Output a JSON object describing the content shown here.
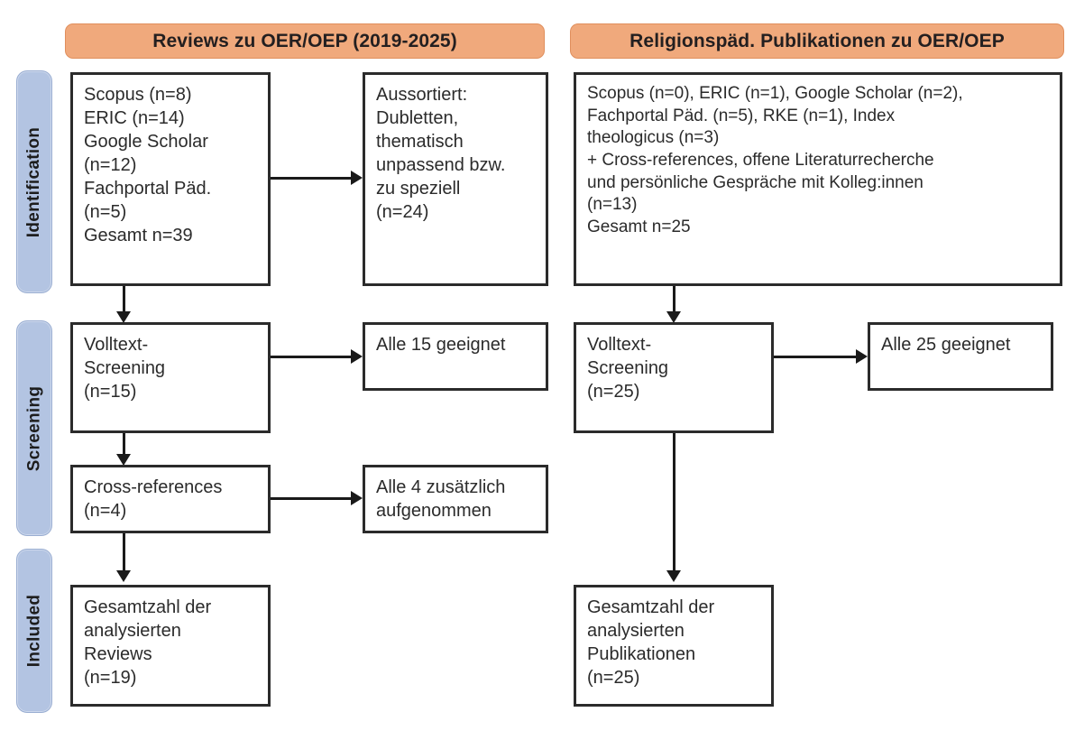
{
  "diagram": {
    "type": "prisma-flow-diagram",
    "stages": [
      {
        "id": "identification",
        "label": "Identification"
      },
      {
        "id": "screening",
        "label": "Screening"
      },
      {
        "id": "included",
        "label": "Included"
      }
    ],
    "columns": [
      {
        "id": "reviews",
        "header": "Reviews zu OER/OEP (2019-2025)"
      },
      {
        "id": "publikationen",
        "header": "Religionspäd. Publikationen zu OER/OEP"
      }
    ],
    "boxes": {
      "left_identification_sources": "Scopus (n=8)\nERIC (n=14)\nGoogle Scholar\n(n=12)\nFachportal Päd.\n(n=5)\nGesamt n=39",
      "left_identification_excluded": "Aussortiert:\nDubletten,\nthematisch\nunpassend bzw.\nzu speziell\n(n=24)",
      "left_screening_fulltext": "Volltext-\nScreening\n(n=15)",
      "left_screening_eligible": "Alle 15 geeignet",
      "left_screening_crossrefs": "Cross-references\n(n=4)",
      "left_screening_crossrefs_added": "Alle 4 zusätzlich\naufgenommen",
      "left_included_total": "Gesamtzahl der\nanalysierten\nReviews\n(n=19)",
      "right_identification_sources": "Scopus (n=0), ERIC (n=1), Google Scholar (n=2),\nFachportal Päd. (n=5), RKE (n=1), Index\ntheologicus (n=3)\n+ Cross-references, offene Literaturrecherche\nund persönliche Gespräche mit Kolleg:innen\n(n=13)\nGesamt n=25",
      "right_screening_fulltext": "Volltext-\nScreening\n(n=25)",
      "right_screening_eligible": "Alle 25 geeignet",
      "right_included_total": "Gesamtzahl der\nanalysierten\nPublikationen\n(n=25)"
    },
    "counts": {
      "left_scopus": 8,
      "left_eric": 14,
      "left_google_scholar": 12,
      "left_fachportal": 5,
      "left_total_identified": 39,
      "left_excluded": 24,
      "left_fulltext_screened": 15,
      "left_eligible": 15,
      "left_crossrefs": 4,
      "left_crossrefs_added": 4,
      "left_included": 19,
      "right_scopus": 0,
      "right_eric": 1,
      "right_google_scholar": 2,
      "right_fachportal": 5,
      "right_rke": 1,
      "right_index_theologicus": 3,
      "right_other_sources": 13,
      "right_total_identified": 25,
      "right_fulltext_screened": 25,
      "right_eligible": 25,
      "right_included": 25
    },
    "colors": {
      "header_orange": "#f0a97c",
      "stage_blue": "#b3c4e2",
      "box_border": "#2b2b2b",
      "connector": "#1a1a1a",
      "background": "#ffffff",
      "text": "#2b2b2b"
    }
  }
}
